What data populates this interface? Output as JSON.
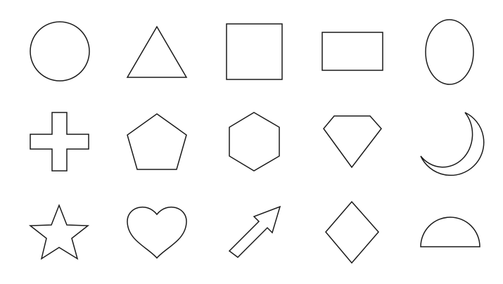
{
  "palette": {
    "background": "#ffffff",
    "stroke": "#1a1a1a"
  },
  "shapes": [
    {
      "row": 1,
      "col": 1,
      "icon": "circle-icon"
    },
    {
      "row": 1,
      "col": 2,
      "icon": "triangle-icon"
    },
    {
      "row": 1,
      "col": 3,
      "icon": "square-icon"
    },
    {
      "row": 1,
      "col": 4,
      "icon": "rectangle-icon"
    },
    {
      "row": 1,
      "col": 5,
      "icon": "oval-icon"
    },
    {
      "row": 2,
      "col": 1,
      "icon": "cross-icon"
    },
    {
      "row": 2,
      "col": 2,
      "icon": "pentagon-icon"
    },
    {
      "row": 2,
      "col": 3,
      "icon": "hexagon-icon"
    },
    {
      "row": 2,
      "col": 4,
      "icon": "gem-icon"
    },
    {
      "row": 2,
      "col": 5,
      "icon": "crescent-moon-icon"
    },
    {
      "row": 3,
      "col": 1,
      "icon": "star-icon"
    },
    {
      "row": 3,
      "col": 2,
      "icon": "heart-icon"
    },
    {
      "row": 3,
      "col": 3,
      "icon": "arrow-icon"
    },
    {
      "row": 3,
      "col": 4,
      "icon": "diamond-icon"
    },
    {
      "row": 3,
      "col": 5,
      "icon": "semicircle-icon"
    }
  ]
}
